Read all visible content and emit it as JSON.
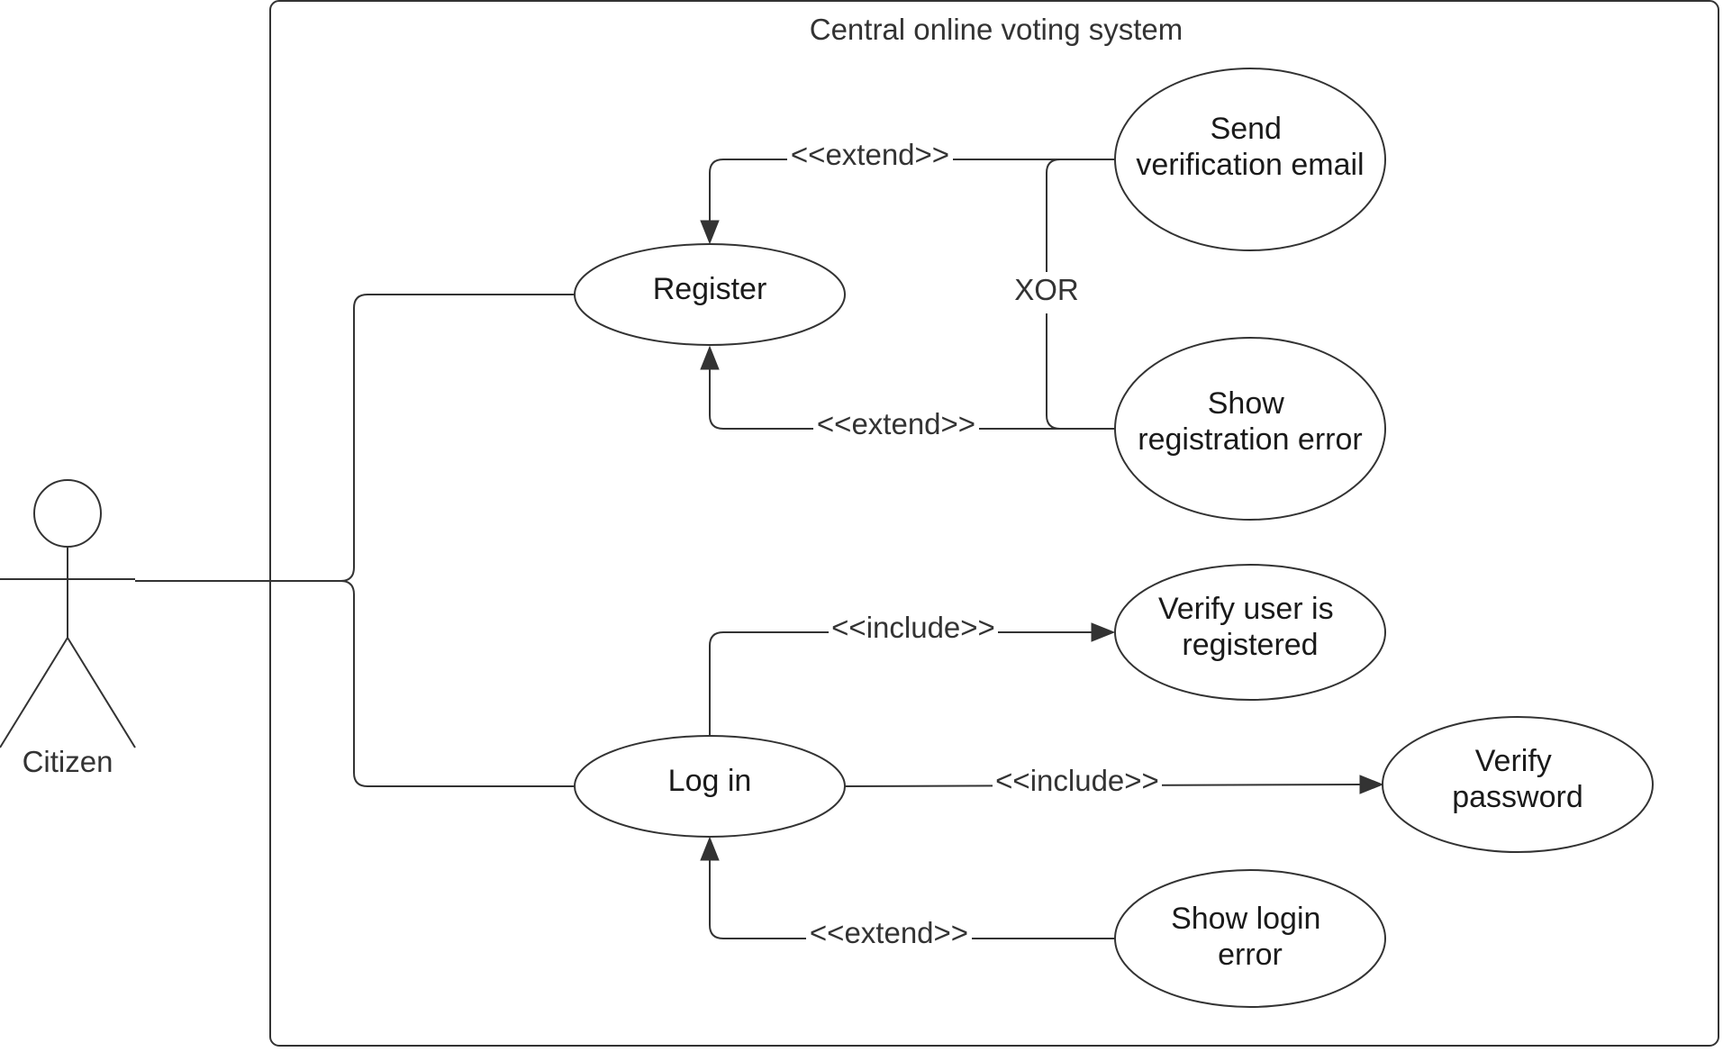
{
  "system": {
    "title": "Central online voting system"
  },
  "actor": {
    "name": "Citizen"
  },
  "use_cases": {
    "register": {
      "lines": [
        "Register"
      ]
    },
    "login": {
      "lines": [
        "Log in"
      ]
    },
    "send_verification_email": {
      "lines": [
        "Send",
        "verification email"
      ]
    },
    "show_registration_error": {
      "lines": [
        "Show",
        "registration error"
      ]
    },
    "verify_user_registered": {
      "lines": [
        "Verify user is",
        "registered"
      ]
    },
    "verify_password": {
      "lines": [
        "Verify",
        "password"
      ]
    },
    "show_login_error": {
      "lines": [
        "Show login",
        "error"
      ]
    }
  },
  "relations": {
    "extend_email": "<<extend>>",
    "extend_reg_error": "<<extend>>",
    "include_user_registered": "<<include>>",
    "include_password": "<<include>>",
    "extend_login_error": "<<extend>>",
    "xor": "XOR"
  }
}
